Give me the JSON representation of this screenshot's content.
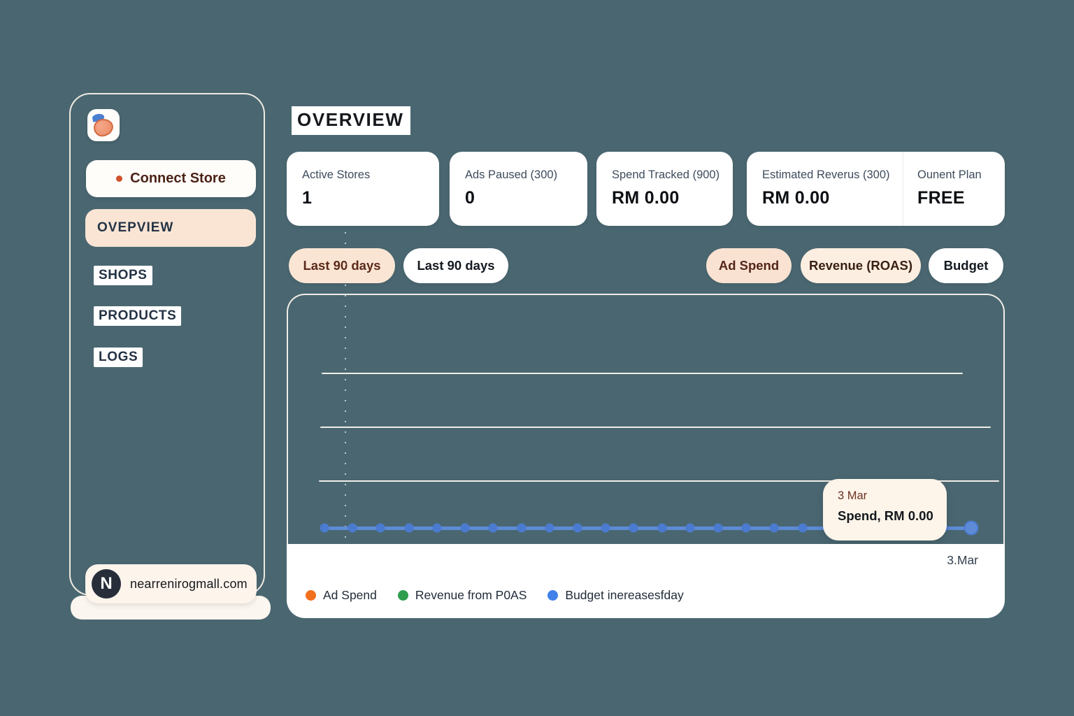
{
  "app": {
    "background_color": "#4a6771",
    "accent_peach": "#fae5d5",
    "accent_maroon": "#5b2a1b"
  },
  "sidebar": {
    "logo": "peach-app-logo",
    "connect_store_label": "Connect Store",
    "items": [
      {
        "label": "OVEPVIEW",
        "active": true
      },
      {
        "label": "SHOPS",
        "active": false
      },
      {
        "label": "PRODUCTS",
        "active": false
      },
      {
        "label": "LOGS",
        "active": false
      }
    ],
    "account": {
      "initial": "N",
      "domain": "nearrenirogmall.com"
    }
  },
  "header": {
    "title": "OVERVIEW"
  },
  "stats": {
    "cards": [
      {
        "label": "Active Stores",
        "value": "1"
      },
      {
        "label": "Ads Paused (300)",
        "value": "0"
      },
      {
        "label": "Spend Tracked (900)",
        "value": "RM 0.00"
      },
      {
        "label": "Estimated Reverus (300)",
        "value": "RM 0.00"
      },
      {
        "label": "Ounent Plan",
        "value": "FREE"
      }
    ]
  },
  "filters": {
    "date_ranges": [
      {
        "label": "Last 90 days",
        "active": true
      },
      {
        "label": "Last 90 days",
        "active": false
      }
    ],
    "metrics": [
      {
        "label": "Ad Spend",
        "active": true
      },
      {
        "label": "Revenue (ROAS)",
        "active": true
      },
      {
        "label": "Budget",
        "active": false
      }
    ]
  },
  "chart_data": {
    "type": "line",
    "title": "",
    "xlabel": "",
    "ylabel": "",
    "x_tick_labels": [
      "3.Mar"
    ],
    "ylim": [
      0,
      3
    ],
    "grid": true,
    "gridline_count": 3,
    "legend_position": "bottom",
    "line_color": "#5d8bd7",
    "series": [
      {
        "name": "Ad Spend",
        "color": "#f26f1d",
        "values": []
      },
      {
        "name": "Revenue from P0AS",
        "color": "#2f9e4f",
        "values": []
      },
      {
        "name": "Budget inereasesfday",
        "color": "#4080e8",
        "values": [
          0,
          0,
          0,
          0,
          0,
          0,
          0,
          0,
          0,
          0,
          0,
          0,
          0,
          0,
          0,
          0,
          0,
          0,
          0,
          0,
          0,
          0,
          0,
          0
        ]
      }
    ],
    "tooltip": {
      "date": "3 Mar",
      "text": "Spend, RM 0.00"
    }
  }
}
